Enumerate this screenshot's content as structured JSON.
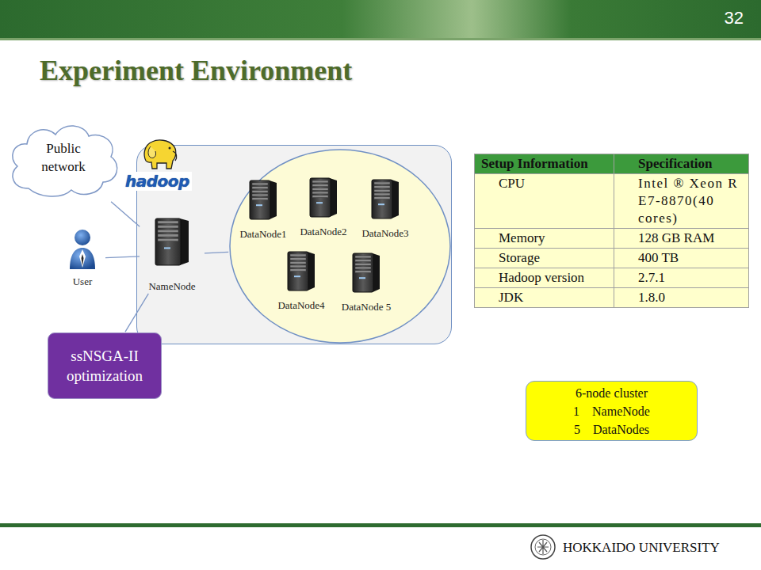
{
  "diagram": {
    "title": "Experiment Environment",
    "nodes": [
      {
        "text": [
          "Public network"
        ]
      },
      {
        "text": [
          "User"
        ]
      },
      {
        "text": [
          "hadoop"
        ]
      },
      {
        "text": [
          "NameNode"
        ],
        "in": 2
      },
      {
        "text": [],
        "in": 2
      },
      {
        "text": [
          "DataNode1"
        ],
        "in": 4
      },
      {
        "text": [
          "DataNode2"
        ],
        "in": 4
      },
      {
        "text": [
          "DataNode3"
        ],
        "in": 4
      },
      {
        "text": [
          "DataNode4"
        ],
        "in": 4
      },
      {
        "text": [
          "DataNode 5"
        ],
        "in": 4
      },
      {
        "text": [
          "ssNSGA-II optimization"
        ]
      },
      {
        "text": [
          "6-node cluster",
          "1 NameNode",
          "5 DataNodes"
        ]
      }
    ],
    "edges": [
      {
        "from": 0,
        "to": 3,
        "arrow": "none"
      },
      {
        "from": 1,
        "to": 3,
        "arrow": "none"
      },
      {
        "from": 10,
        "to": 3,
        "arrow": "none"
      },
      {
        "from": 3,
        "to": 4,
        "arrow": "none"
      }
    ],
    "labels": [
      "32",
      "Setup Information",
      "Specification",
      "CPU",
      "Intel ® Xeon R E7-8870(40 cores)",
      "Memory",
      "128 GB RAM",
      "Storage",
      "400 TB",
      "Hadoop version",
      "2.7.1",
      "JDK",
      "1.8.0",
      "HOKKAIDO UNIVERSITY"
    ]
  }
}
